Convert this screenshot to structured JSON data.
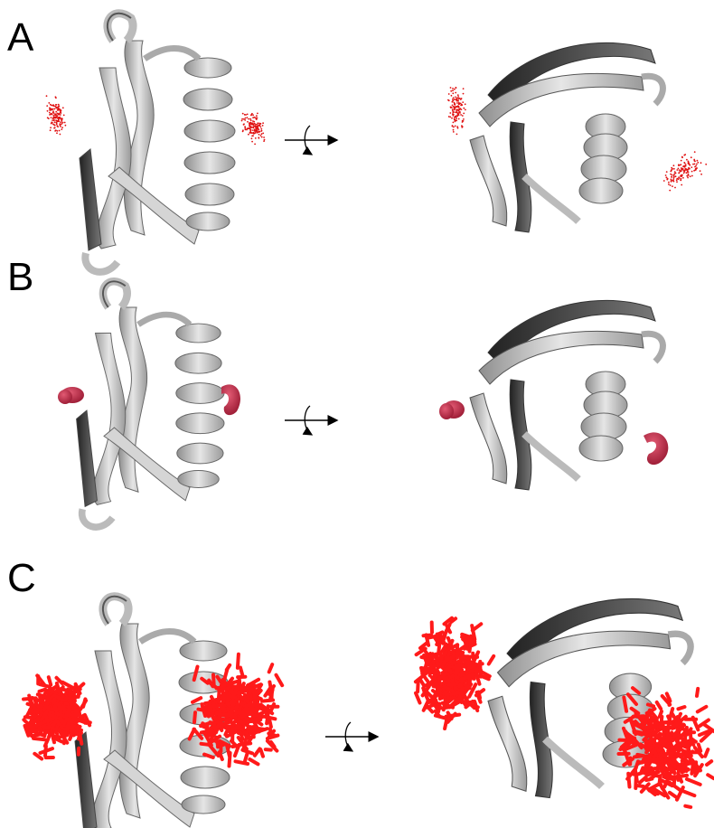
{
  "figure": {
    "panels": [
      {
        "label": "A",
        "density_style": "scattered red dot clouds",
        "color": "#e01010"
      },
      {
        "label": "B",
        "density_style": "dark red iso-surface blobs",
        "color": "#b8203a"
      },
      {
        "label": "C",
        "density_style": "dense red stick ensembles",
        "color": "#ff1a1a"
      }
    ],
    "protein_color": "#c8c8c8",
    "rotation_symbol": "rotation-arrow-icon"
  }
}
